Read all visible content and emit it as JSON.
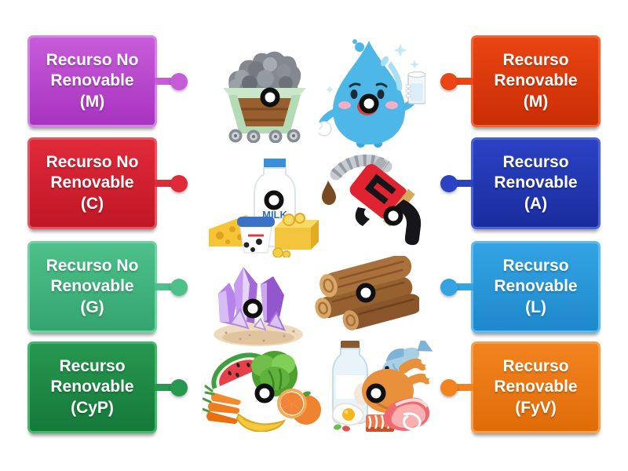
{
  "activity": {
    "kind": "match-labels-to-pictures"
  },
  "colors": {
    "background": "#ffffff",
    "target_ring": "#101010",
    "target_fill": "#ffffff"
  },
  "left_labels": [
    {
      "text": "Recurso No Renovable (M)",
      "colors": {
        "fill": "#c75cd9",
        "fill2": "#a833bf",
        "border": "#d383e2"
      }
    },
    {
      "text": "Recurso No Renovable (C)",
      "colors": {
        "fill": "#e02a3a",
        "fill2": "#c01726",
        "border": "#e85562"
      }
    },
    {
      "text": "Recurso No Renovable (G)",
      "colors": {
        "fill": "#4dc189",
        "fill2": "#34a470",
        "border": "#72d2a4"
      }
    },
    {
      "text": "Recurso Renovable (CyP)",
      "colors": {
        "fill": "#27984f",
        "fill2": "#15793a",
        "border": "#45b768"
      }
    }
  ],
  "right_labels": [
    {
      "text": "Recurso Renovable (M)",
      "colors": {
        "fill": "#ea4512",
        "fill2": "#c92e04",
        "border": "#f26436"
      }
    },
    {
      "text": "Recurso Renovable (A)",
      "colors": {
        "fill": "#2b42c4",
        "fill2": "#1a2c9e",
        "border": "#4a63d9"
      }
    },
    {
      "text": "Recurso Renovable (L)",
      "colors": {
        "fill": "#33a3e3",
        "fill2": "#1e89cc",
        "border": "#5fbaee"
      }
    },
    {
      "text": "Recurso Renovable (FyV)",
      "colors": {
        "fill": "#f2831f",
        "fill2": "#e06c08",
        "border": "#f6a04e"
      }
    }
  ],
  "images": [
    {
      "name": "coal-minecart",
      "alt": "Wooden mine cart full of coal"
    },
    {
      "name": "water-drop-character",
      "alt": "Smiling water drop holding a glass of water"
    },
    {
      "name": "dairy-products",
      "alt": "Milk bottle, cheese, yogurt and butter",
      "label_text": "MILK"
    },
    {
      "name": "fuel-nozzle",
      "alt": "Red petrol pump nozzle dripping oil"
    },
    {
      "name": "purple-crystals",
      "alt": "Cluster of purple mineral crystals"
    },
    {
      "name": "wood-logs",
      "alt": "Stack of wooden logs"
    },
    {
      "name": "fruits-and-vegetables",
      "alt": "Watermelon, lettuce, carrots, bananas and oranges"
    },
    {
      "name": "animal-foods",
      "alt": "Milk, fish, roast chicken, eggs, salmon and meat"
    }
  ]
}
